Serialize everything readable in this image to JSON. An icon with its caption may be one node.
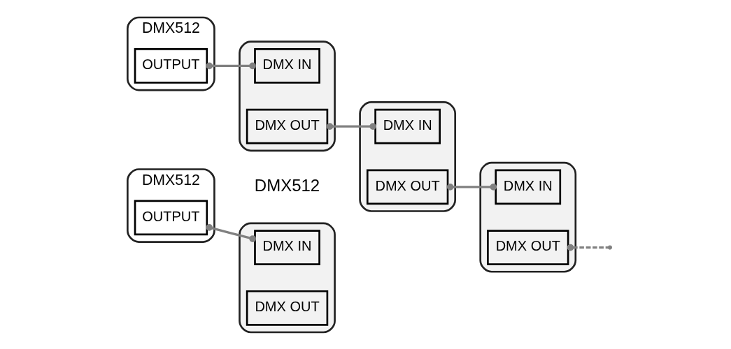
{
  "diagram": {
    "nodes": [
      {
        "text": [
          "DMX512"
        ],
        "beside": [
          "DMX512"
        ]
      },
      {
        "text": [
          "OUTPUT"
        ],
        "in": 0
      },
      {
        "text": [],
        "shape": "picture"
      },
      {
        "text": [
          "DMX IN"
        ],
        "in": 2
      },
      {
        "text": [
          "DMX OUT"
        ],
        "in": 2
      },
      {
        "text": [
          "DMX512"
        ]
      },
      {
        "text": [
          "OUTPUT"
        ],
        "in": 5
      },
      {
        "text": [],
        "shape": "picture"
      },
      {
        "text": [
          "DMX IN"
        ],
        "in": 7
      },
      {
        "text": [
          "DMX OUT"
        ],
        "in": 7
      },
      {
        "text": [],
        "shape": "picture"
      },
      {
        "text": [
          "DMX IN"
        ],
        "in": 10
      },
      {
        "text": [
          "DMX OUT"
        ],
        "in": 10
      },
      {
        "text": [],
        "shape": "picture"
      },
      {
        "text": [
          "DMX IN"
        ],
        "in": 13
      },
      {
        "text": [
          "DMX OUT"
        ],
        "in": 13
      }
    ],
    "edges": [
      {
        "from": 1,
        "to": 3,
        "arrow": "other"
      },
      {
        "from": 6,
        "to": 8,
        "arrow": "other"
      },
      {
        "from": 9,
        "to": 11,
        "arrow": "other"
      },
      {
        "from": 12,
        "to": 14,
        "arrow": "other"
      },
      {
        "from": 15,
        "to": null,
        "arrow": "other",
        "style": "dashed"
      }
    ]
  }
}
